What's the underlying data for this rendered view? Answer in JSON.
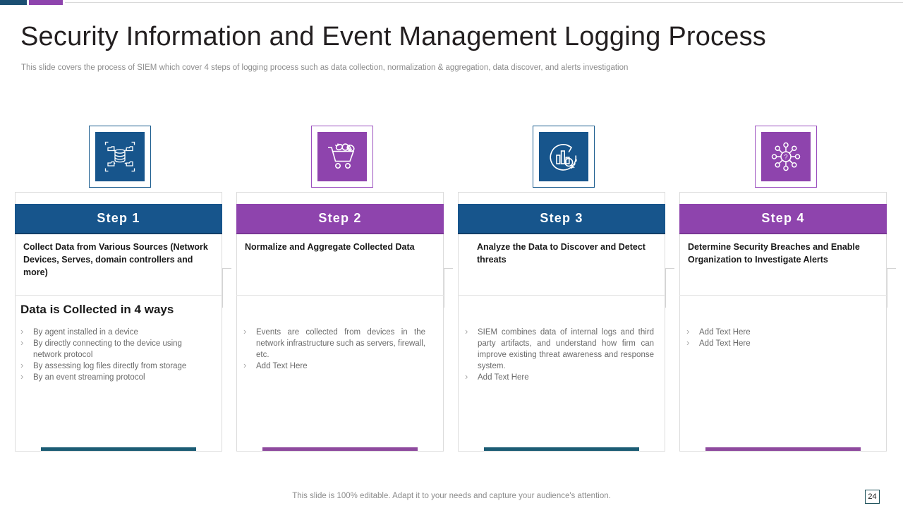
{
  "header": {
    "title": "Security Information and Event Management Logging Process",
    "subtitle": "This slide covers the process of SIEM which cover 4 steps of logging process such as data collection, normalization & aggregation, data discover, and alerts investigation"
  },
  "theme": {
    "blue": "#17558c",
    "purple": "#8e44ad",
    "blue_bar": "#1b5c74",
    "purple_bar": "#8e4a9e",
    "text_dark": "#1a1a1a",
    "text_muted": "#6b6b6b"
  },
  "steps": [
    {
      "badge": "Step 1",
      "color": "blue",
      "icon": "database-folders-icon",
      "description": "Collect Data from Various Sources (Network Devices, Serves, domain controllers and more)",
      "bullet_title": "Data is Collected in 4 ways",
      "bullets": [
        "By agent installed in a device",
        "By directly connecting to the device using network protocol",
        "By assessing log files directly from storage",
        "By an event streaming protocol"
      ]
    },
    {
      "badge": "Step 2",
      "color": "purple",
      "icon": "shopping-cart-icon",
      "description": "Normalize and Aggregate Collected Data",
      "bullet_title": "",
      "bullets": [
        "Events are collected from devices in the network infrastructure such as servers, firewall, etc.",
        "Add Text Here"
      ]
    },
    {
      "badge": "Step 3",
      "color": "blue",
      "icon": "analytics-search-icon",
      "description": "Analyze the Data to Discover and Detect threats",
      "bullet_title": "",
      "bullets": [
        "SIEM combines data of internal logs and third party artifacts, and understand how firm can improve existing threat awareness and response system.",
        "Add Text Here"
      ]
    },
    {
      "badge": "Step 4",
      "color": "purple",
      "icon": "network-question-icon",
      "description": "Determine Security Breaches and Enable Organization to Investigate Alerts",
      "bullet_title": "",
      "bullets": [
        "Add Text Here",
        "Add Text Here"
      ]
    }
  ],
  "footer": {
    "note": "This slide is 100% editable. Adapt it to your needs and capture your audience's attention.",
    "page_number": "24"
  }
}
